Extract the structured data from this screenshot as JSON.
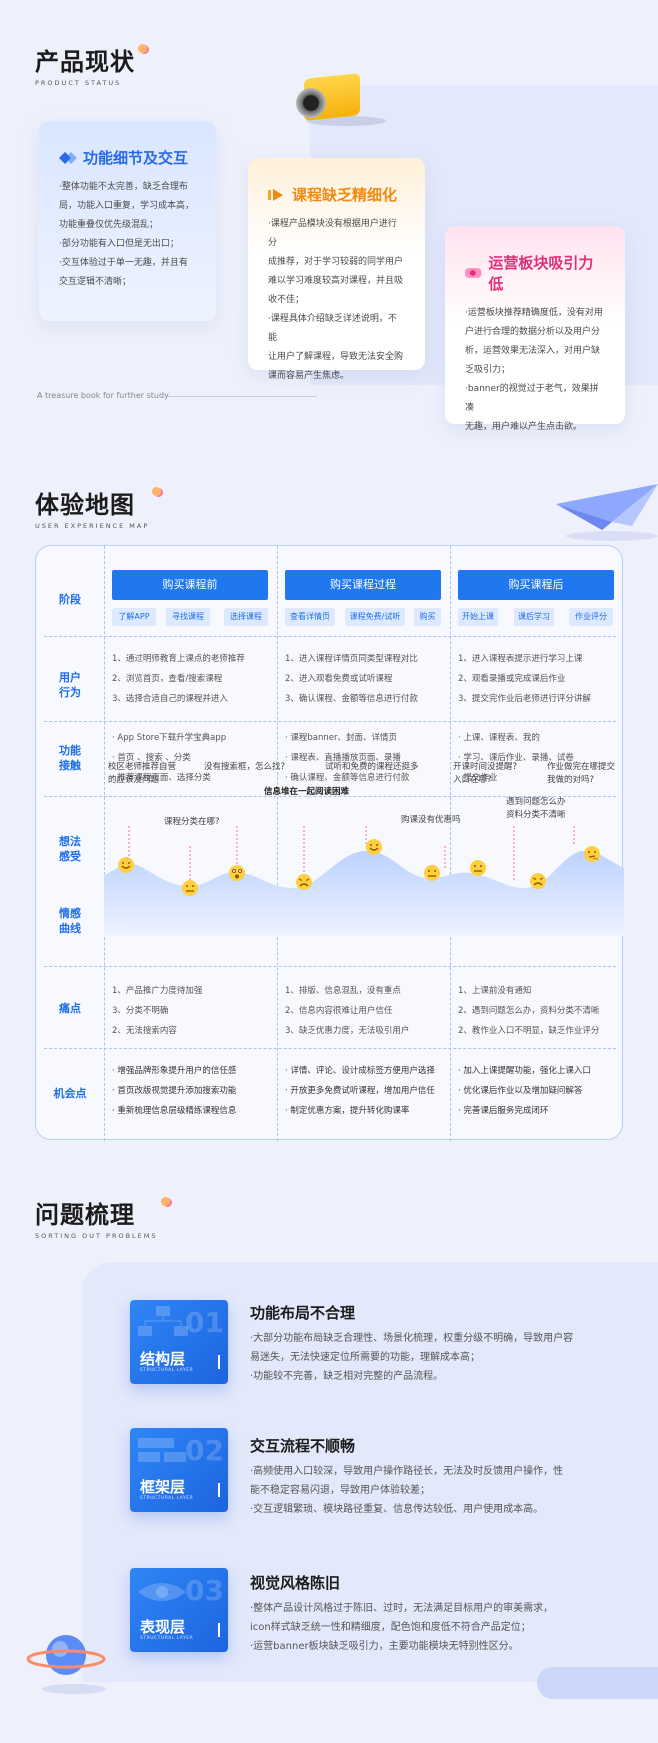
{
  "section1": {
    "title": "产品现状",
    "subtitle": "PRODUCT STATUS",
    "tagline": "A treasure book for further study",
    "cards": [
      {
        "title": "功能细节及交互",
        "icon": "diamond-icon",
        "color": "#2a6ae8",
        "lines": [
          "·整体功能不太完善，缺乏合理布",
          "局，功能入口重复，学习成本高，",
          "功能重叠仅优先级混乱；",
          "·部分功能有入口但是无出口；",
          "·交互体验过于单一无趣，并且有",
          "交互逻辑不清晰；"
        ]
      },
      {
        "title": "课程缺乏精细化",
        "icon": "play-icon",
        "color": "#f08a10",
        "lines": [
          "·课程产品模块没有根据用户进行分",
          "成推荐，对于学习较弱的同学用户",
          "难以学习难度较高对课程，并且吸",
          "收不佳；",
          "·课程具体介绍缺乏详述说明，不能",
          "让用户了解课程，导致无法安全购",
          "课而容易产生焦虑。"
        ]
      },
      {
        "title": "运营板块吸引力低",
        "icon": "ticket-icon",
        "color": "#e0307a",
        "lines": [
          "·运营板块推荐精确度低，没有对用",
          "户进行合理的数据分析以及用户分",
          "析，运营效果无法深入，对用户缺",
          "乏吸引力；",
          "·banner的视觉过于老气，效果拼凑",
          "无趣，用户难以产生点击欲。"
        ]
      }
    ]
  },
  "section2": {
    "title": "体验地图",
    "subtitle": "USER EXPERIENCE MAP",
    "row_labels": [
      "阶段",
      "用户\n行为",
      "功能\n接触",
      "想法\n感受",
      "情感\n曲线",
      "痛点",
      "机会点"
    ],
    "stages": [
      {
        "label": "购买课程前",
        "chips": [
          "了解APP",
          "寻找课程",
          "选择课程"
        ]
      },
      {
        "label": "购买课程过程",
        "chips": [
          "查看详情页",
          "课程免费/试听",
          "购买"
        ]
      },
      {
        "label": "购买课程后",
        "chips": [
          "开始上课",
          "课后学习",
          "作业评分"
        ]
      }
    ],
    "behaviors": [
      [
        "1、通过明师教育上课点的老师推荐",
        "2、浏览首页，查看/搜索课程",
        "3、选择合适自己的课程并进入"
      ],
      [
        "1、进入课程详情页同类型课程对比",
        "2、进入观看免费或试听课程",
        "3、确认课程、金额等信息进行付款"
      ],
      [
        "1、进入课程表提示进行学习上课",
        "2、观看录播或完成课后作业",
        "3、提交完作业后老师进行评分讲解"
      ]
    ],
    "touchpoints": [
      [
        "· App Store下载升学宝典app",
        "· 首页 、搜索 、分类",
        "· 推荐课程页面、选择分类"
      ],
      [
        "· 课程banner、封面、详情页",
        "· 课程表、直播播放页面、录播",
        "· 确认课程、金额等信息进行付款"
      ],
      [
        "· 上课、课程表、我的",
        "· 学习、课后作业、录播、试卷",
        "· 提交作业"
      ]
    ],
    "thoughts": [
      "校区老师推荐自营\n的应该没问题",
      "课程分类在哪?",
      "没有搜索框，怎么找?",
      "信息堆在一起阅读困难",
      "试听和免费的课程还挺多",
      "购课没有优惠吗",
      "开课时间没提醒?\n入口在哪?",
      "遇到问题怎么办\n资料分类不清晰",
      "作业做完在哪提交\n我做的对吗?"
    ],
    "emotions": [
      "happy",
      "neutral",
      "surprised",
      "sad",
      "happy",
      "neutral",
      "neutral",
      "sad",
      "thinking"
    ],
    "pain_points": [
      [
        "1、产品推广力度待加强",
        "3、分类不明确",
        "2、无法搜索内容"
      ],
      [
        "1、排版、信息混乱，没有重点",
        "2、信息内容很难让用户信任",
        "3、缺乏优惠力度，无法吸引用户"
      ],
      [
        "1、上课前没有通知",
        "2、遇到问题怎么办，资料分类不清晰",
        "2、教作业入口不明显，缺乏作业评分"
      ]
    ],
    "opportunities": [
      [
        "· 增强品牌形象提升用户的信任感",
        "· 首页改版视觉提升添加搜索功能",
        "· 重新梳理信息层级精练课程信息"
      ],
      [
        "· 详情、评论、设计成标签方便用户选择",
        "· 开放更多免费试听课程，增加用户信任",
        "· 制定优惠方案，提升转化购课率"
      ],
      [
        "· 加入上课提醒功能，强化上课入口",
        "· 优化课后作业以及增加疑问解答",
        "· 完善课后服务完成闭环"
      ]
    ]
  },
  "section3": {
    "title": "问题梳理",
    "subtitle": "SORTING OUT PROBLEMS",
    "items": [
      {
        "num": "01",
        "layer": "结构层",
        "layer_en": "STRUCTURAL LAYER",
        "title": "功能布局不合理",
        "lines": [
          "·大部分功能布局缺乏合理性、场景化梳理，权重分级不明确，导致用户容",
          "易迷失，无法快速定位所需要的功能，理解成本高；",
          "·功能较不完善，缺乏相对完整的产品流程。"
        ]
      },
      {
        "num": "02",
        "layer": "框架层",
        "layer_en": "STRUCTURAL LAYER",
        "title": "交互流程不顺畅",
        "lines": [
          "·高频使用入口较深，导致用户操作路径长，无法及时反馈用户操作，性",
          "能不稳定容易闪退，导致用户体验较差；",
          "·交互逻辑繁琐、模块路径重复、信息传达较低、用户使用成本高。"
        ]
      },
      {
        "num": "03",
        "layer": "表现层",
        "layer_en": "STRUCTURAL LAYER",
        "title": "视觉风格陈旧",
        "lines": [
          "·整体产品设计风格过于陈旧、过时，无法满足目标用户的审美需求，",
          "icon样式缺乏统一性和精细度，配色饱和度低不符合产品定位；",
          "·运营banner板块缺乏吸引力，主要功能模块无特别性区分。"
        ]
      }
    ]
  }
}
